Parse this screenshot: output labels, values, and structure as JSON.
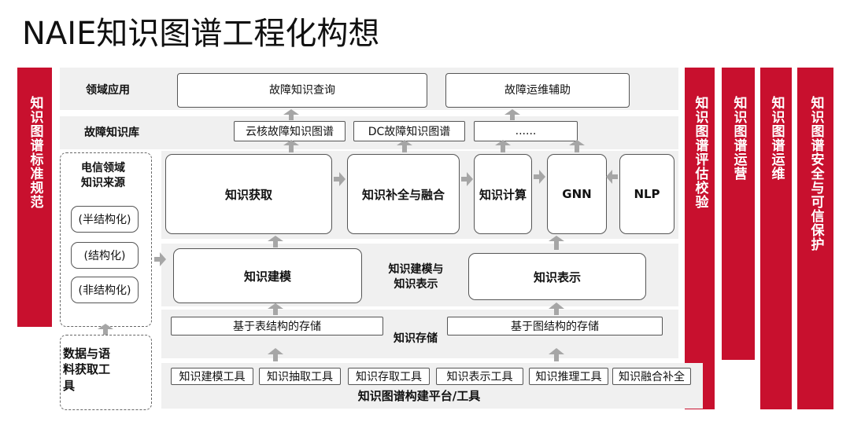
{
  "title": "NAIE知识图谱工程化构想",
  "left_bar": "知识图谱标准规范",
  "right_bars": [
    "知识图谱评估校验",
    "知识图谱运营",
    "知识图谱运维",
    "知识图谱安全与可信保护"
  ],
  "rows": {
    "domain_app": {
      "label": "领域应用",
      "items": [
        "故障知识查询",
        "故障运维辅助"
      ]
    },
    "fault_kb": {
      "label": "故障知识库",
      "items": [
        "云核故障知识图谱",
        "DC故障知识图谱",
        "......"
      ]
    },
    "compute": {
      "items": [
        "知识获取",
        "知识补全与融合",
        "知识计算",
        "GNN",
        "NLP"
      ]
    },
    "modeling": {
      "label": "知识建模与\n知识表示",
      "items": [
        "知识建模",
        "知识表示"
      ]
    },
    "storage": {
      "label": "知识存储",
      "items": [
        "基于表结构的存储",
        "基于图结构的存储"
      ]
    },
    "platform": {
      "label": "知识图谱构建平台/工具",
      "tools": [
        "知识建模工具",
        "知识抽取工具",
        "知识存取工具",
        "知识表示工具",
        "知识推理工具",
        "知识融合补全"
      ]
    }
  },
  "sources": {
    "title": "电信领域\n知识来源",
    "items": [
      "(半结构化)",
      "(结构化)",
      "(非结构化)"
    ]
  },
  "data_acq": "数据与语\n料获取工\n具"
}
